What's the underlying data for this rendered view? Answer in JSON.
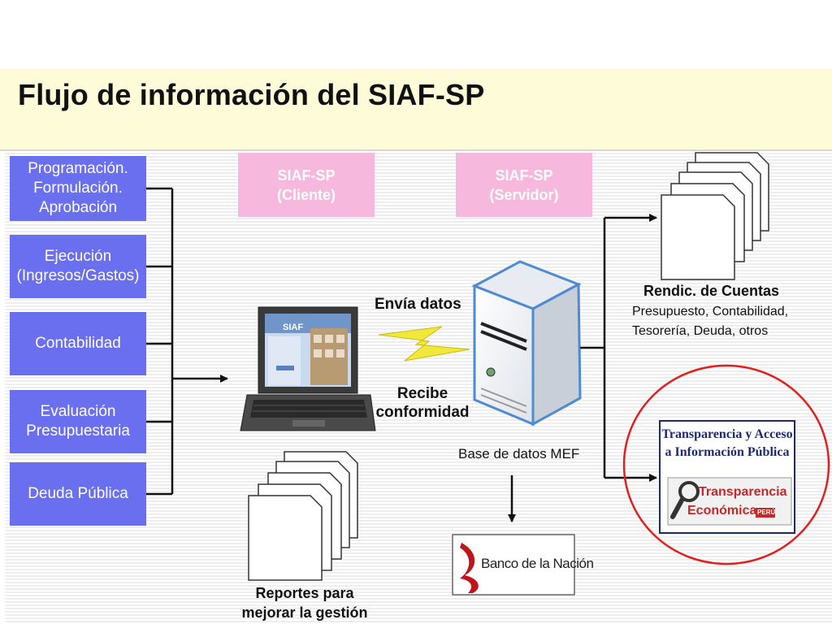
{
  "title": "Flujo de información del SIAF-SP",
  "left_boxes": [
    {
      "label": "Programación.\nFormulación.\nAprobación"
    },
    {
      "label": "Ejecución\n(Ingresos/Gastos)"
    },
    {
      "label": "Contabilidad"
    },
    {
      "label": "Evaluación\nPresupuestaria"
    },
    {
      "label": "Deuda Pública"
    }
  ],
  "client_box": "SIAF-SP\n(Cliente)",
  "server_box": "SIAF-SP\n(Servidor)",
  "sends_label": "Envía datos",
  "receives_label": "Recibe\nconformidad",
  "database_label": "Base de datos MEF",
  "laptop_screen_logo": "SIAF",
  "reports_label": "Reportes para\nmejorar la gestión",
  "accounts_title": "Rendic. de Cuentas",
  "accounts_detail": "Presupuesto, Contabilidad,\nTesorería, Deuda,  otros",
  "transparency_title": "Transparencia y Acceso\na Información Pública",
  "transparency_logo_line1": "Transparencia",
  "transparency_logo_line2": "Económica",
  "transparency_logo_badge": "PERÚ",
  "bank_label": "Banco de la Nación",
  "colors": {
    "blue_box": "#6a6ff0",
    "pink_box": "#f6b8dc",
    "band": "#fdfbd8",
    "circle": "#e0201e",
    "bolt": "#f2e83a"
  }
}
